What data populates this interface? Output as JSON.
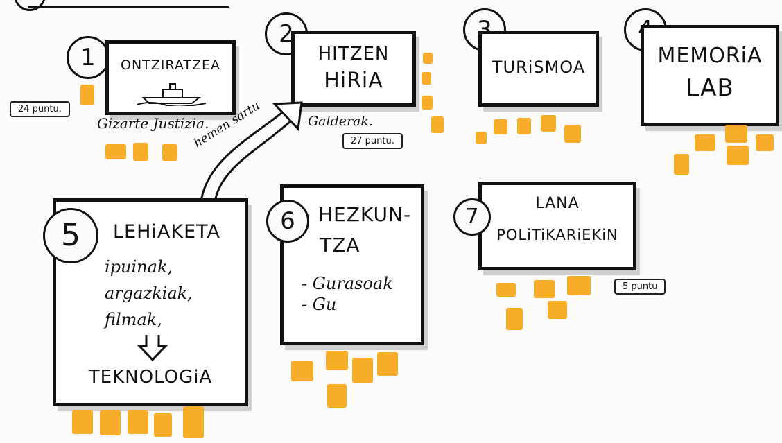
{
  "cards": [
    {
      "number": "1",
      "title": "ONTZIRATZEA",
      "caption": "Gizarte Justizia.",
      "points": "24 puntu."
    },
    {
      "number": "2",
      "title_line1": "HITZEN",
      "title_line2": "HiRiA",
      "caption": "Galderak.",
      "points": "27 puntu."
    },
    {
      "number": "3",
      "title": "TURiSMOA"
    },
    {
      "number": "4",
      "title_line1": "MEMORiA",
      "title_line2": "LAB"
    },
    {
      "number": "5",
      "title": "LEHiAKETA",
      "items": [
        "ipuinak,",
        "argazkiak,",
        "filmak,"
      ],
      "result": "TEKNOLOGiA"
    },
    {
      "number": "6",
      "title_line1": "HEZKUN-",
      "title_line2": "TZA",
      "items": [
        "- Gurasoak",
        "- Gu"
      ]
    },
    {
      "number": "7",
      "title_line1": "LANA",
      "title_line2": "POLiTiKARiEKiN",
      "points": "5 puntu"
    }
  ],
  "arrow_label": "hemen sartu",
  "colors": {
    "ink": "#111111",
    "sticky_note": "#f7a81f",
    "background": "#fbfbfa"
  }
}
